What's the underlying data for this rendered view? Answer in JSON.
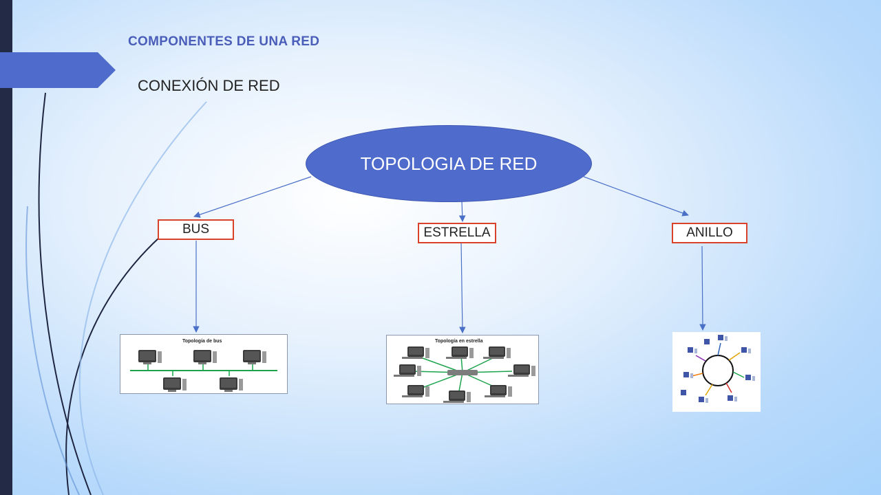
{
  "slide": {
    "title": "COMPONENTES DE UNA RED",
    "subtitle": "CONEXIÓN DE RED"
  },
  "diagram": {
    "root": "TOPOLOGIA DE RED",
    "branches": [
      {
        "label": "BUS",
        "image_title": "Topología de bus"
      },
      {
        "label": "ESTRELLA",
        "image_title": "Topología en estrella"
      },
      {
        "label": "ANILLO"
      }
    ]
  },
  "colors": {
    "accent": "#4f6bcc",
    "box_border": "#d9412b",
    "arrow": "#4a6fc7",
    "bus_line": "#1aa34a"
  }
}
